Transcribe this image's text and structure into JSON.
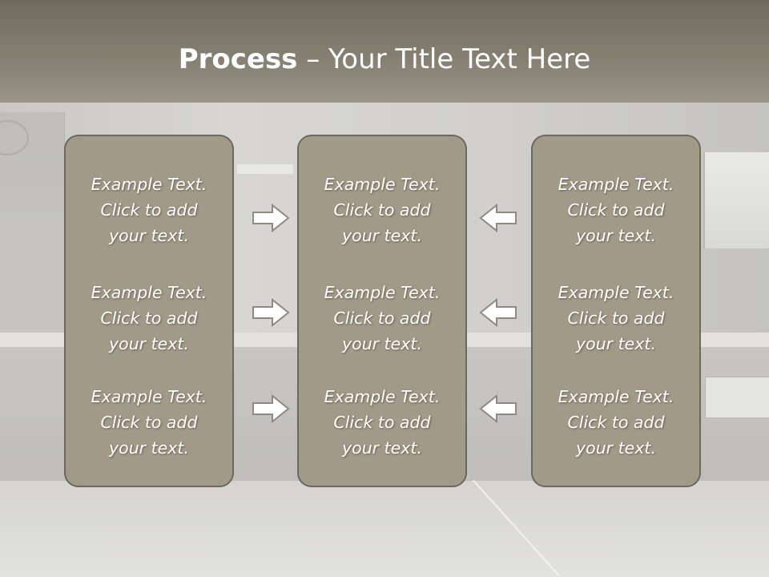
{
  "slide": {
    "title_bold": "Process",
    "title_rest": " – Your Title Text Here"
  },
  "columns": [
    {
      "items": [
        {
          "line1": "Example Text.",
          "line2": "Click  to add",
          "line3": "your text."
        },
        {
          "line1": "Example Text.",
          "line2": "Click  to add",
          "line3": "your text."
        },
        {
          "line1": "Example Text.",
          "line2": "Click  to add",
          "line3": "your text."
        }
      ]
    },
    {
      "items": [
        {
          "line1": "Example Text.",
          "line2": "Click  to add",
          "line3": "your text."
        },
        {
          "line1": "Example Text.",
          "line2": "Click  to add",
          "line3": "your text."
        },
        {
          "line1": "Example Text.",
          "line2": "Click  to add",
          "line3": "your text."
        }
      ]
    },
    {
      "items": [
        {
          "line1": "Example Text.",
          "line2": "Click  to add",
          "line3": "your text."
        },
        {
          "line1": "Example Text.",
          "line2": "Click  to add",
          "line3": "your text."
        },
        {
          "line1": "Example Text.",
          "line2": "Click  to add",
          "line3": "your text."
        }
      ]
    }
  ],
  "icons": {
    "left_arrows": "arrow-right-icon",
    "right_arrows": "arrow-left-icon"
  },
  "colors": {
    "banner": "#857f72",
    "panel_fill": "#a29a88",
    "panel_border": "#6d685d",
    "text": "#ffffff"
  }
}
